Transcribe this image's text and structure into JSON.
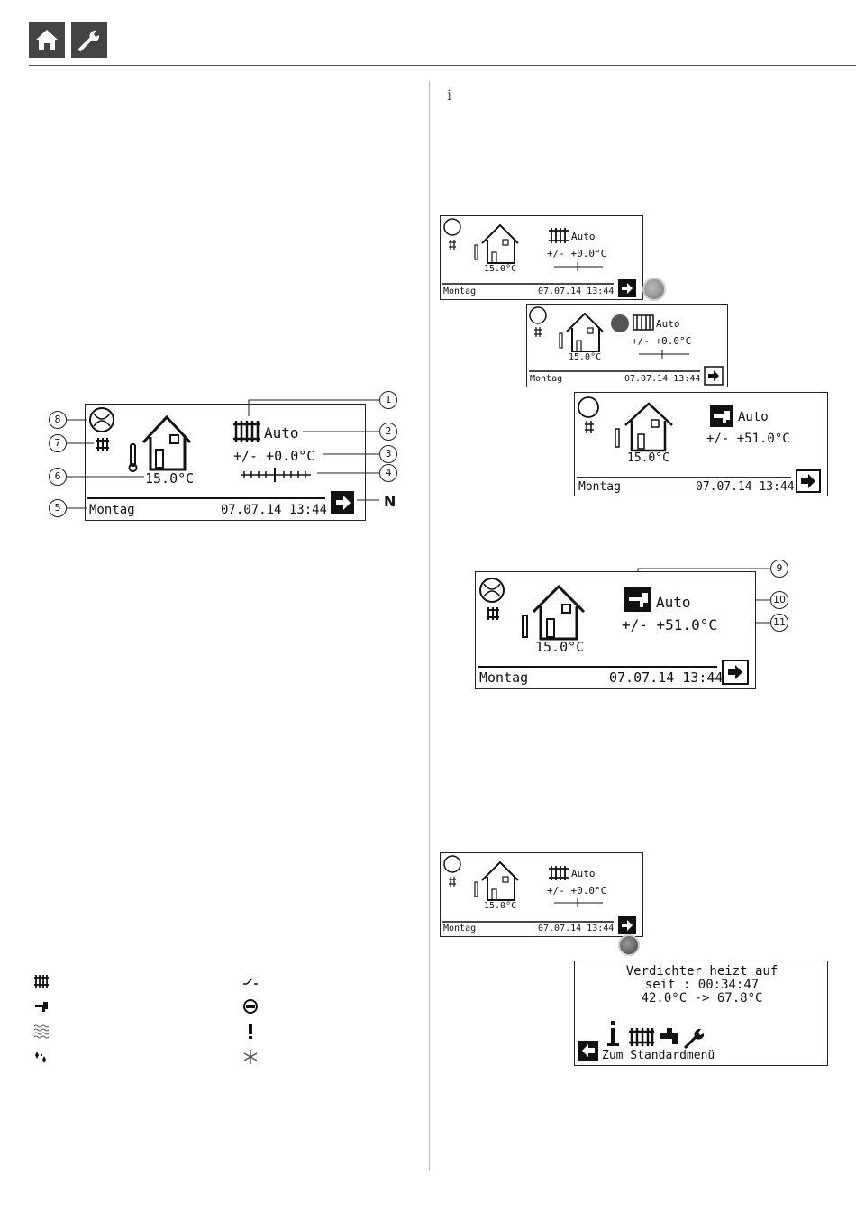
{
  "header": {
    "home_icon": "home-icon",
    "wrench_icon": "wrench-icon"
  },
  "info_icon": "info-icon",
  "main_screen": {
    "mode": "Auto",
    "correction": "+/- +0.0°C",
    "room_temp": "15.0°C",
    "day": "Montag",
    "datetime": "07.07.14 13:44",
    "callouts": [
      "1",
      "2",
      "3",
      "4",
      "5",
      "6",
      "7",
      "8"
    ],
    "n_label": "N"
  },
  "small_screen_a": {
    "mode": "Auto",
    "correction": "+/- +0.0°C",
    "room_temp": "15.0°C",
    "day": "Montag",
    "datetime": "07.07.14 13:44"
  },
  "small_screen_b": {
    "mode": "Auto",
    "correction": "+/- +0.0°C",
    "room_temp": "15.0°C",
    "day": "Montag",
    "datetime": "07.07.14 13:44"
  },
  "small_screen_c": {
    "mode": "Auto",
    "correction": "+/- +51.0°C",
    "room_temp": "15.0°C",
    "day": "Montag",
    "datetime": "07.07.14 13:44"
  },
  "water_screen": {
    "mode": "Auto",
    "correction": "+/- +51.0°C",
    "room_temp": "15.0°C",
    "day": "Montag",
    "datetime": "07.07.14 13:44",
    "callouts": [
      "9",
      "10",
      "11"
    ]
  },
  "small_screen_d": {
    "mode": "Auto",
    "correction": "+/- +0.0°C",
    "room_temp": "15.0°C",
    "day": "Montag",
    "datetime": "07.07.14 13:44"
  },
  "status_screen": {
    "line1": "Verdichter heizt auf",
    "line2": "seit : 00:34:47",
    "line3": "42.0°C -> 67.8°C",
    "back_label": "Zum Standardmenü"
  },
  "legend": {
    "items": [
      "radiator-icon",
      "tap-icon",
      "waves-icon",
      "spark-icon",
      "switch-icon",
      "pump-icon",
      "exclamation-icon",
      "snowflake-icon"
    ]
  }
}
